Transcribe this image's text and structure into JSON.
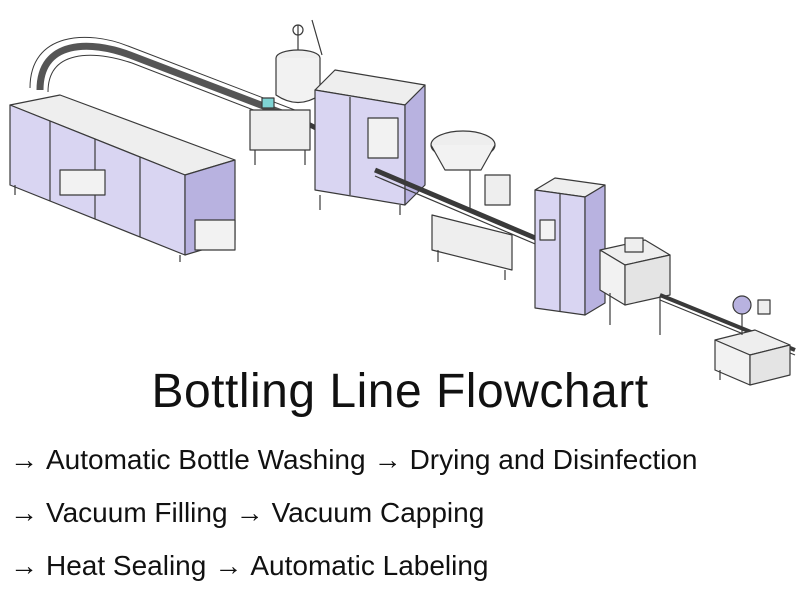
{
  "title": "Bottling Line Flowchart",
  "arrow_glyph": "→",
  "steps": [
    "Automatic Bottle Washing",
    "Drying and Disinfection",
    "Vacuum Filling",
    "Vacuum Capping",
    "Heat Sealing",
    "Automatic Labeling"
  ],
  "colors": {
    "text": "#111111",
    "machine_stroke": "#3a3a3a",
    "panel_fill": "#d9d5f2",
    "panel_fill_dark": "#b8b2e0",
    "steel_fill": "#f2f2f2"
  }
}
